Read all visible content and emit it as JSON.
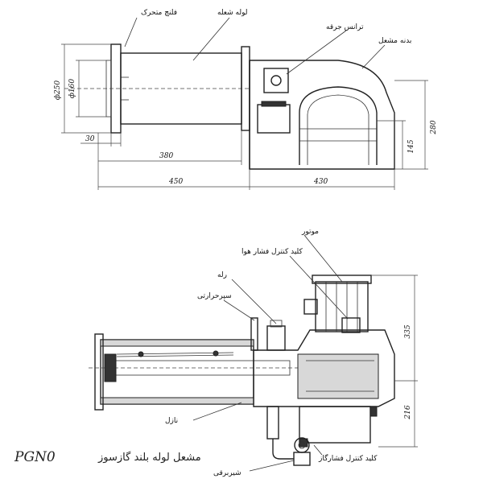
{
  "top_view": {
    "labels": {
      "moving_flange": "فلنچ متحرک",
      "burner_tube": "لوله شعله",
      "ignition_transformer": "ترانس جرقه",
      "burner_body": "بدنه مشعل"
    },
    "dimensions": {
      "phi250": "ф250",
      "phi160": "ф160",
      "d30": "30",
      "d380": "380",
      "d450": "450",
      "d430": "430",
      "d280": "280",
      "d145": "145"
    }
  },
  "bottom_view": {
    "labels": {
      "motor": "موتور",
      "air_pressure_switch": "کلید کنترل فشار هوا",
      "relay": "رله",
      "thermal_shield": "سپرحرارتی",
      "nozzle": "نازل",
      "gas_pressure_switch": "کلید کنترل فشارگاز",
      "solenoid_valve": "شیربرقی"
    },
    "dimensions": {
      "d335": "335",
      "d216": "216"
    }
  },
  "caption": {
    "title": "مشعل لوله بلند گازسوز",
    "model": "PGN0"
  }
}
